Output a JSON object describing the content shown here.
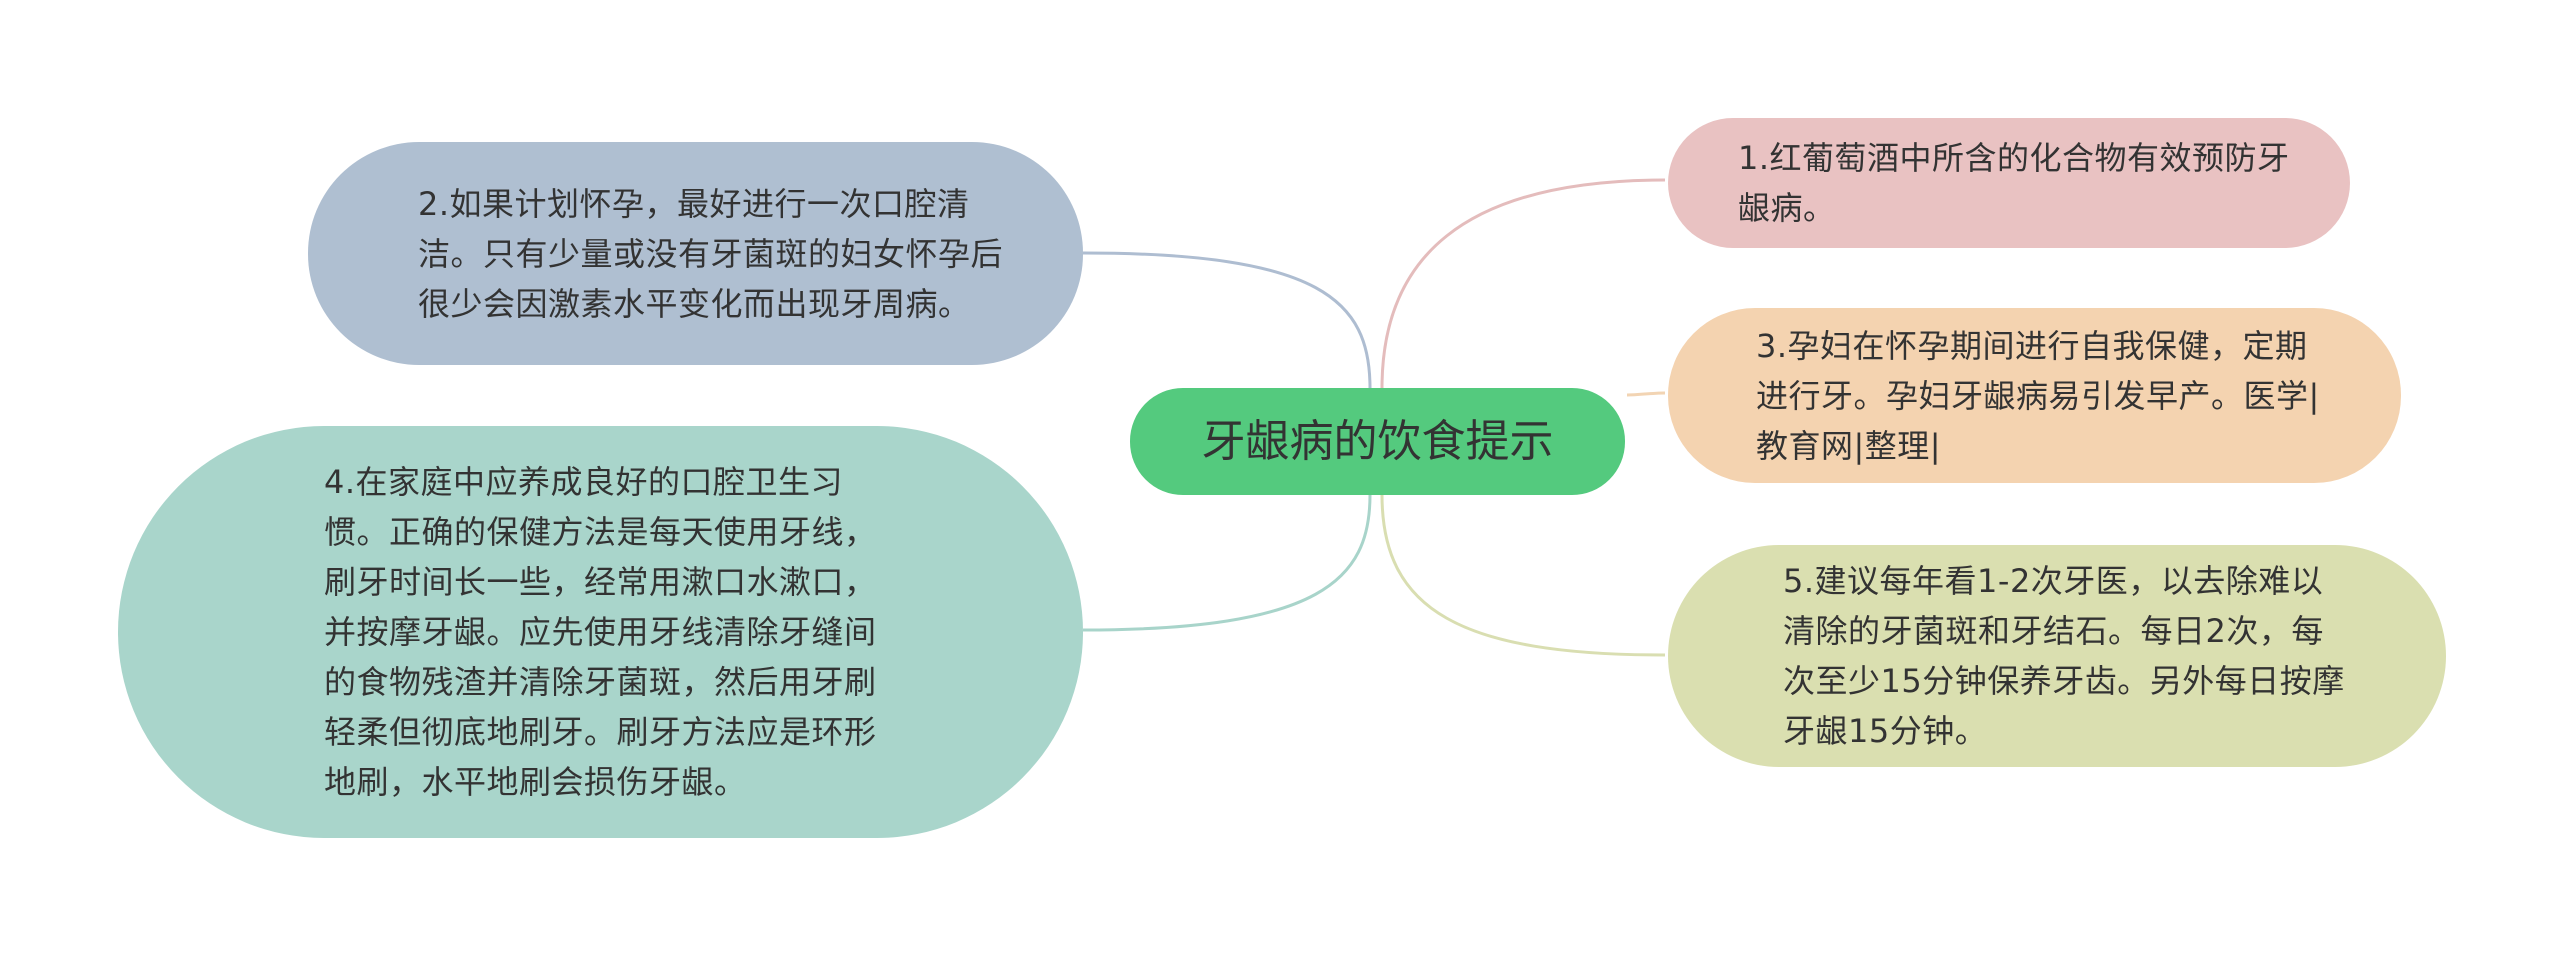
{
  "colors": {
    "background": "#ffffff",
    "text": "#333333"
  },
  "center": {
    "text": "牙龈病的饮食提示",
    "color": "#54ca7e"
  },
  "branches": [
    {
      "text": "1.红葡萄酒中所含的化合物有效预防牙龈病。",
      "fill": "#e9c2c2",
      "line": "#e4bcbc",
      "side": "right"
    },
    {
      "text": "2.如果计划怀孕，最好进行一次口腔清洁。只有少量或没有牙菌斑的妇女怀孕后很少会因激素水平变化而出现牙周病。",
      "fill": "#afbfd1",
      "line": "#aebdd1",
      "side": "left"
    },
    {
      "text": "3.孕妇在怀孕期间进行自我保健，定期进行牙。孕妇牙龈病易引发早产。医学|教育网|整理|",
      "fill": "#f4d3b0",
      "line": "#f2d4b3",
      "side": "right"
    },
    {
      "text": "4.在家庭中应养成良好的口腔卫生习惯。正确的保健方法是每天使用牙线，刷牙时间长一些，经常用漱口水漱口，并按摩牙龈。应先使用牙线清除牙缝间的食物残渣并清除牙菌斑，然后用牙刷轻柔但彻底地刷牙。刷牙方法应是环形地刷，水平地刷会损伤牙龈。",
      "fill": "#a9d5cb",
      "line": "#a8d4ca",
      "side": "left"
    },
    {
      "text": "5.建议每年看1-2次牙医，以去除难以清除的牙菌斑和牙结石。每日2次，每次至少15分钟保养牙齿。另外每日按摩牙龈15分钟。",
      "fill": "#dadfb0",
      "line": "#d9deb1",
      "side": "right"
    }
  ]
}
